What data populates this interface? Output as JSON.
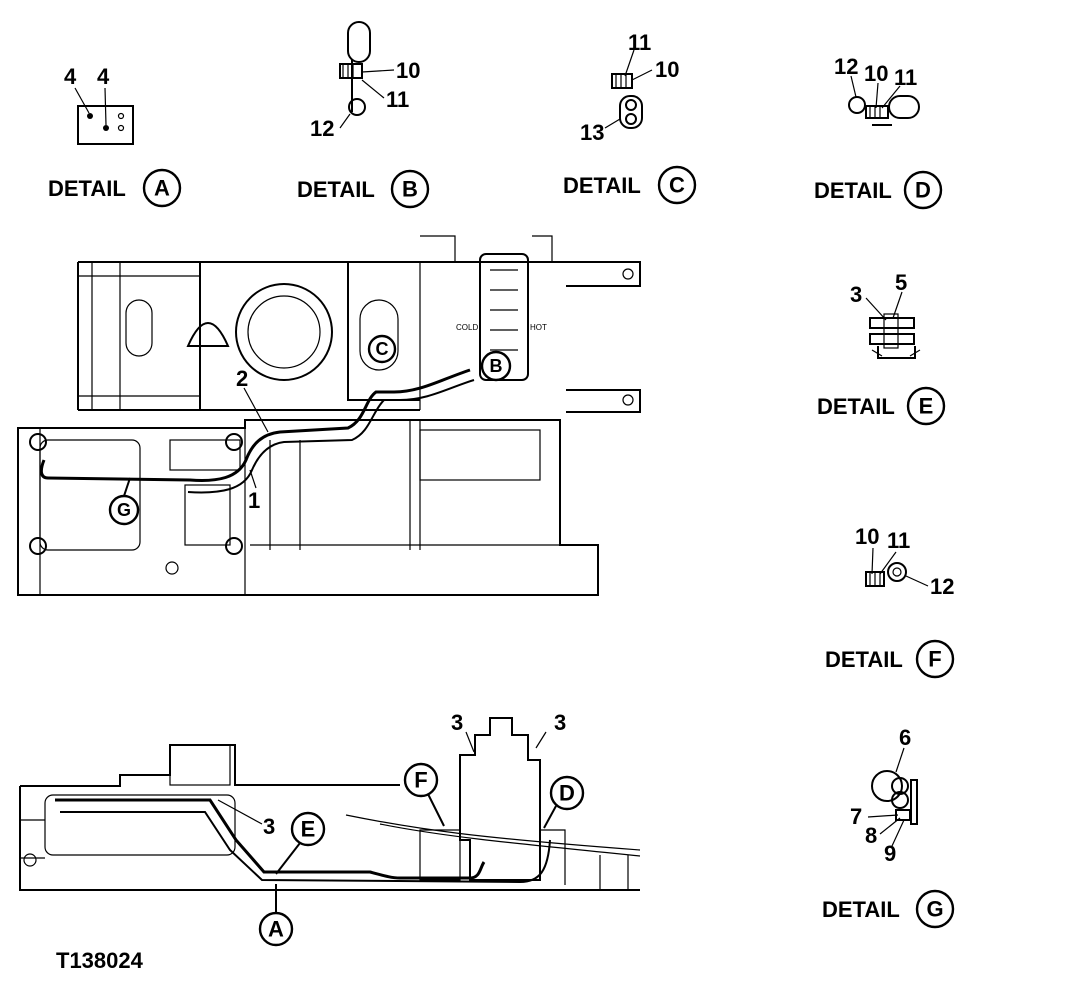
{
  "figure_code": "T138024",
  "detail_word": "DETAIL",
  "details": {
    "A": {
      "letter": "A",
      "callouts": [
        "4",
        "4"
      ]
    },
    "B": {
      "letter": "B",
      "callouts": [
        "10",
        "11",
        "12"
      ]
    },
    "C": {
      "letter": "C",
      "callouts": [
        "11",
        "10",
        "13"
      ]
    },
    "D": {
      "letter": "D",
      "callouts": [
        "12",
        "10",
        "11"
      ]
    },
    "E": {
      "letter": "E",
      "callouts": [
        "3",
        "5"
      ]
    },
    "F": {
      "letter": "F",
      "callouts": [
        "10",
        "11",
        "12"
      ]
    },
    "G": {
      "letter": "G",
      "callouts": [
        "6",
        "7",
        "8",
        "9"
      ]
    }
  },
  "top_view": {
    "callouts": [
      "2",
      "1"
    ],
    "markers": [
      "C",
      "B",
      "G"
    ],
    "labels": [
      "COLD",
      "HOT"
    ]
  },
  "side_view": {
    "callouts": [
      "3",
      "3",
      "3"
    ],
    "markers": [
      "E",
      "A",
      "F",
      "D"
    ]
  }
}
